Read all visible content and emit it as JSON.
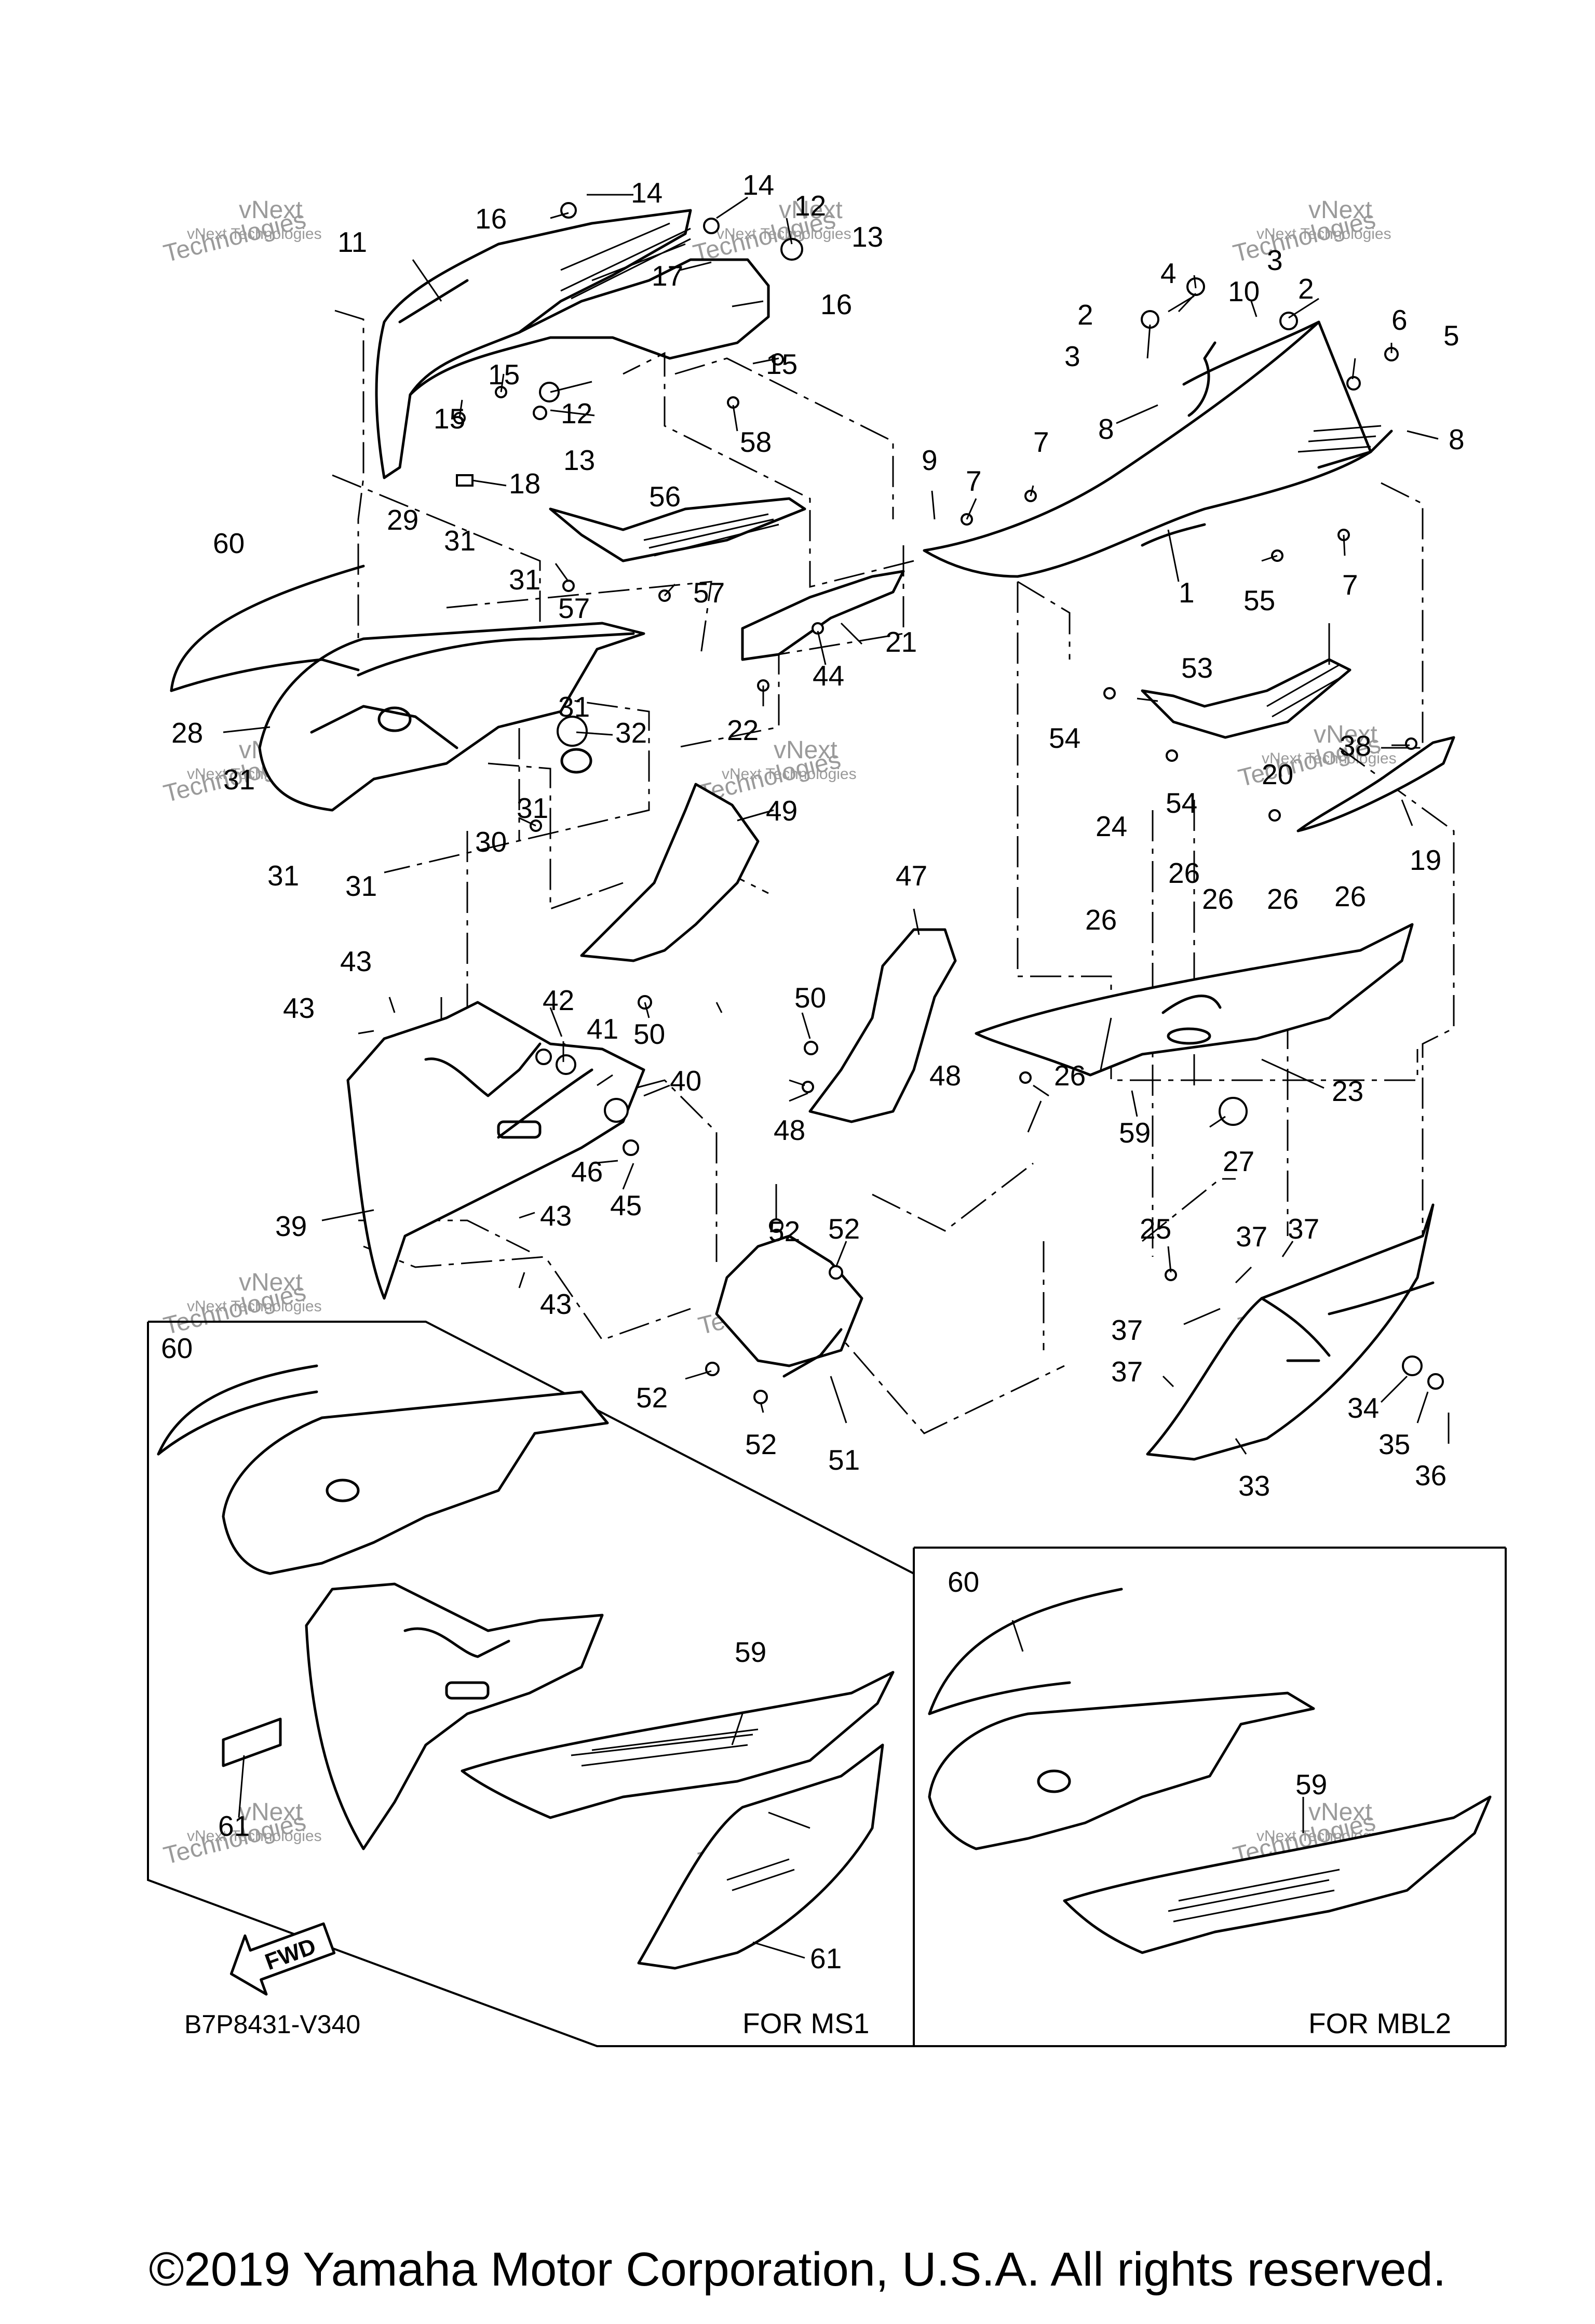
{
  "diagram_code": "B7P8431-V340",
  "fwd_label": "FWD",
  "variants": {
    "ms1": "FOR MS1",
    "mbl2": "FOR MBL2"
  },
  "copyright": "©2019 Yamaha Motor Corporation, U.S.A. All rights reserved.",
  "watermark": {
    "line1": "vNext Technologies",
    "line2": "vNext",
    "line3": "Technologies"
  },
  "callouts": [
    "1",
    "2",
    "2",
    "3",
    "3",
    "4",
    "5",
    "6",
    "7",
    "7",
    "7",
    "8",
    "8",
    "9",
    "10",
    "11",
    "12",
    "12",
    "13",
    "13",
    "14",
    "14",
    "15",
    "15",
    "15",
    "15",
    "16",
    "16",
    "17",
    "18",
    "19",
    "20",
    "21",
    "22",
    "23",
    "24",
    "25",
    "26",
    "26",
    "26",
    "26",
    "26",
    "26",
    "27",
    "28",
    "29",
    "30",
    "31",
    "31",
    "31",
    "31",
    "31",
    "31",
    "31",
    "32",
    "33",
    "34",
    "35",
    "36",
    "37",
    "37",
    "37",
    "37",
    "38",
    "39",
    "40",
    "41",
    "42",
    "43",
    "43",
    "43",
    "43",
    "44",
    "45",
    "46",
    "47",
    "48",
    "48",
    "49",
    "50",
    "50",
    "51",
    "52",
    "52",
    "52",
    "52",
    "53",
    "54",
    "54",
    "55",
    "56",
    "57",
    "57",
    "58",
    "59",
    "59",
    "59",
    "60",
    "60",
    "60",
    "61",
    "61"
  ]
}
